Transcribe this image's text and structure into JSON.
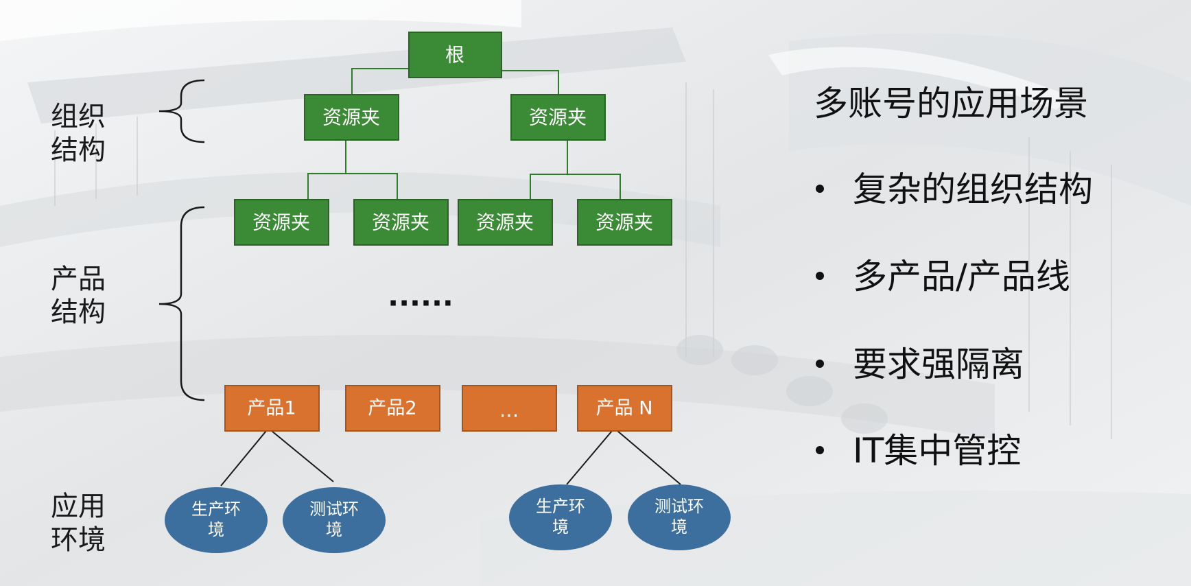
{
  "colors": {
    "folder_fill": "#3b8a35",
    "folder_stroke": "#2a6425",
    "product_fill": "#d9722f",
    "product_stroke": "#a9531c",
    "env_fill": "#3c6e9e",
    "connector_green": "#2f7d2a",
    "connector_black": "#1a1a1a"
  },
  "diagram": {
    "root": "根",
    "folder": "资源夹",
    "ellipsis_row": "······",
    "products": [
      "产品1",
      "产品2",
      "...",
      "产品 N"
    ],
    "env_prod": [
      "生产环",
      "境"
    ],
    "env_test": [
      "测试环",
      "境"
    ]
  },
  "side_labels": {
    "org": [
      "组织",
      "结构"
    ],
    "product": [
      "产品",
      "结构"
    ],
    "app": [
      "应用",
      "环境"
    ]
  },
  "panel": {
    "title": "多账号的应用场景",
    "bullets": [
      "复杂的组织结构",
      "多产品/产品线",
      "要求强隔离",
      "IT集中管控"
    ]
  }
}
